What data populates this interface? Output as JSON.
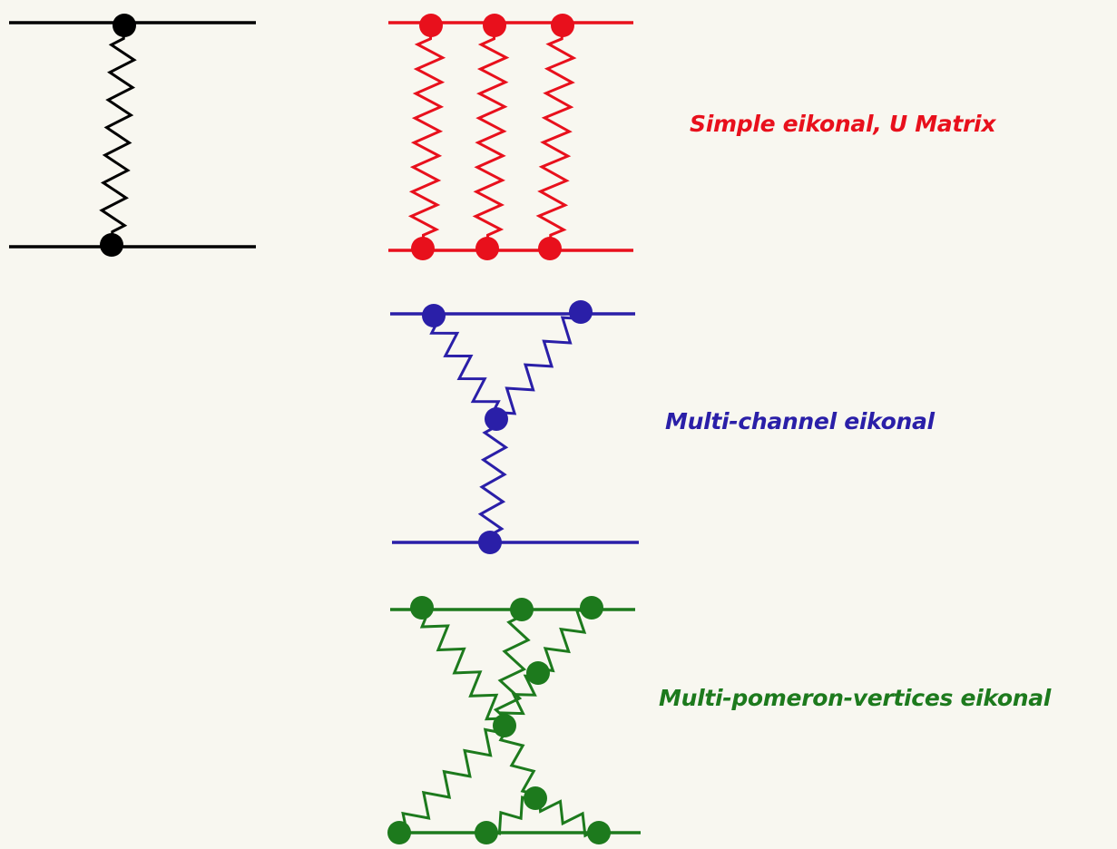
{
  "labels": {
    "simple": "Simple eikonal, U Matrix",
    "multi_channel": "Multi-channel eikonal",
    "multi_pomeron": "Multi-pomeron-vertices eikonal"
  },
  "colors": {
    "background": "#f8f7f0",
    "single": "#000000",
    "simple": "#e8101c",
    "multi_channel": "#2a1fa8",
    "multi_pomeron": "#1d7a1d"
  }
}
